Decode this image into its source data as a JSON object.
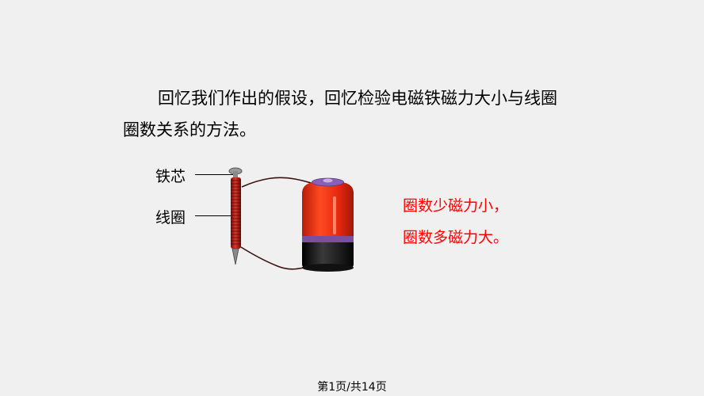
{
  "question": {
    "line1": "回忆我们作出的假设，回忆检验电磁铁磁力大小与线圈",
    "line2": "圈数关系的方法。"
  },
  "labels": {
    "iron_core": "铁芯",
    "coil": "线圈"
  },
  "answers": [
    "圈数少磁力小，",
    "圈数多磁力大。"
  ],
  "footer": "第1页/共14页",
  "colors": {
    "background": "#f0f0f0",
    "answer_text": "#ff0000",
    "battery_body": "#e8280e",
    "battery_base": "#1a1a1a",
    "battery_cap": "#7a4fa0",
    "coil": "#b01818"
  }
}
